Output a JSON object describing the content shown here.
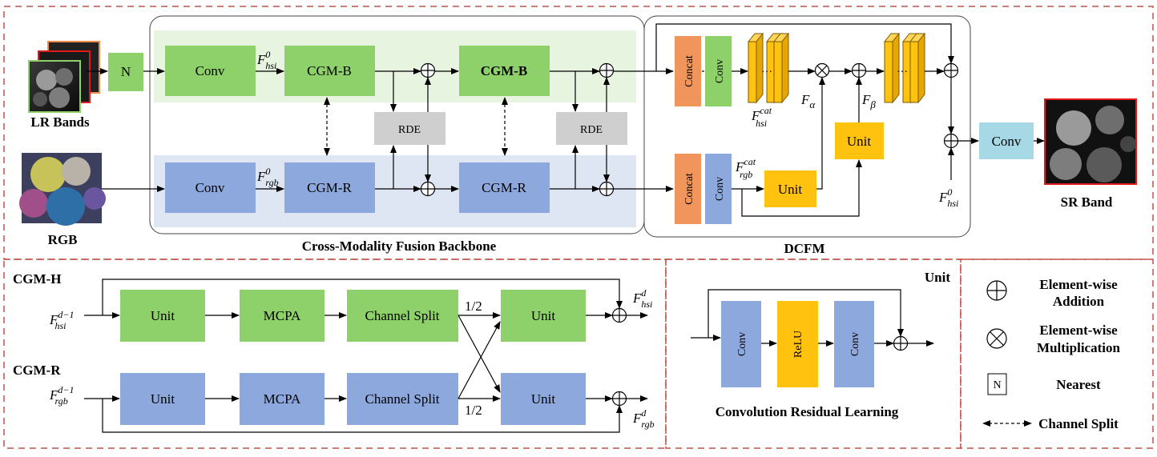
{
  "inputs": {
    "lr_bands": "LR Bands",
    "rgb": "RGB",
    "sr_band": "SR Band"
  },
  "top": {
    "n_block": "N",
    "conv": "Conv",
    "cgm_b": "CGM-B",
    "cgm_r": "CGM-R",
    "rde": "RDE",
    "f0": "F",
    "sup0": "0",
    "sub_hsi": "hsi",
    "sub_rgb": "rgb",
    "backbone_caption": "Cross-Modality Fusion Backbone"
  },
  "dcfm": {
    "concat": "Concat",
    "conv": "Conv",
    "unit": "Unit",
    "dots": "···",
    "f": "F",
    "sup_cat": "cat",
    "sub_hsi": "hsi",
    "sub_rgb": "rgb",
    "alpha": "α",
    "beta": "β",
    "caption": "DCFM",
    "out_conv": "Conv",
    "sup0": "0"
  },
  "cgm_panel": {
    "cgm_h_title": "CGM-H",
    "cgm_r_title": "CGM-R",
    "unit": "Unit",
    "mcpa": "MCPA",
    "split": "Channel Split",
    "half": "1/2",
    "f": "F",
    "sup_dm1": "d−1",
    "sup_d": "d",
    "sub_hsi": "hsi",
    "sub_rgb": "rgb"
  },
  "unit_panel": {
    "title": "Unit",
    "conv": "Conv",
    "relu": "ReLU",
    "caption": "Convolution Residual Learning"
  },
  "legend": {
    "add_line1": "Element-wise",
    "add_line2": "Addition",
    "mul_line1": "Element-wise",
    "mul_line2": "Multiplication",
    "n_box": "N",
    "nearest": "Nearest",
    "split": "Channel Split"
  },
  "colors": {
    "green": "#8ed16a",
    "blue": "#8da8dc",
    "gray": "#cfcfcf",
    "orange": "#f0955c",
    "yellow": "#ffc20e",
    "teal": "#a6d8e6",
    "light_green_band": "#e7f4df",
    "light_blue_band": "#dfe6f3",
    "dashed_red": "#c0504d",
    "frame_red": "#e0191a"
  }
}
